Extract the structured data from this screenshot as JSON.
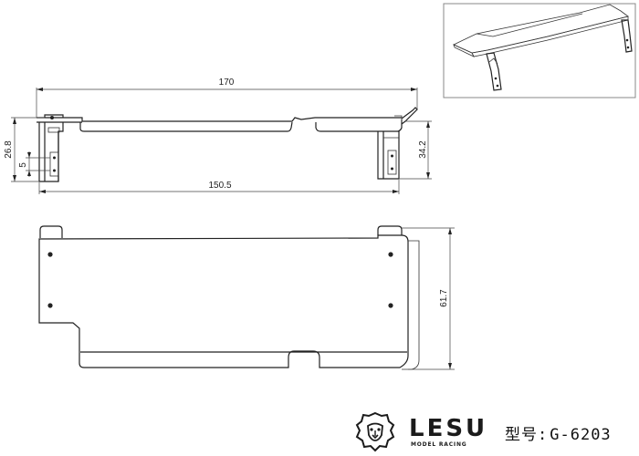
{
  "dimensions": {
    "overall_length": "170",
    "inner_length": "150.5",
    "left_height": "26.8",
    "left_small": "5",
    "right_height": "34.2",
    "depth": "61.7"
  },
  "branding": {
    "name": "LESU",
    "tagline": "MODEL RACING",
    "model_label": "型号:",
    "model_number": "G-6203"
  }
}
